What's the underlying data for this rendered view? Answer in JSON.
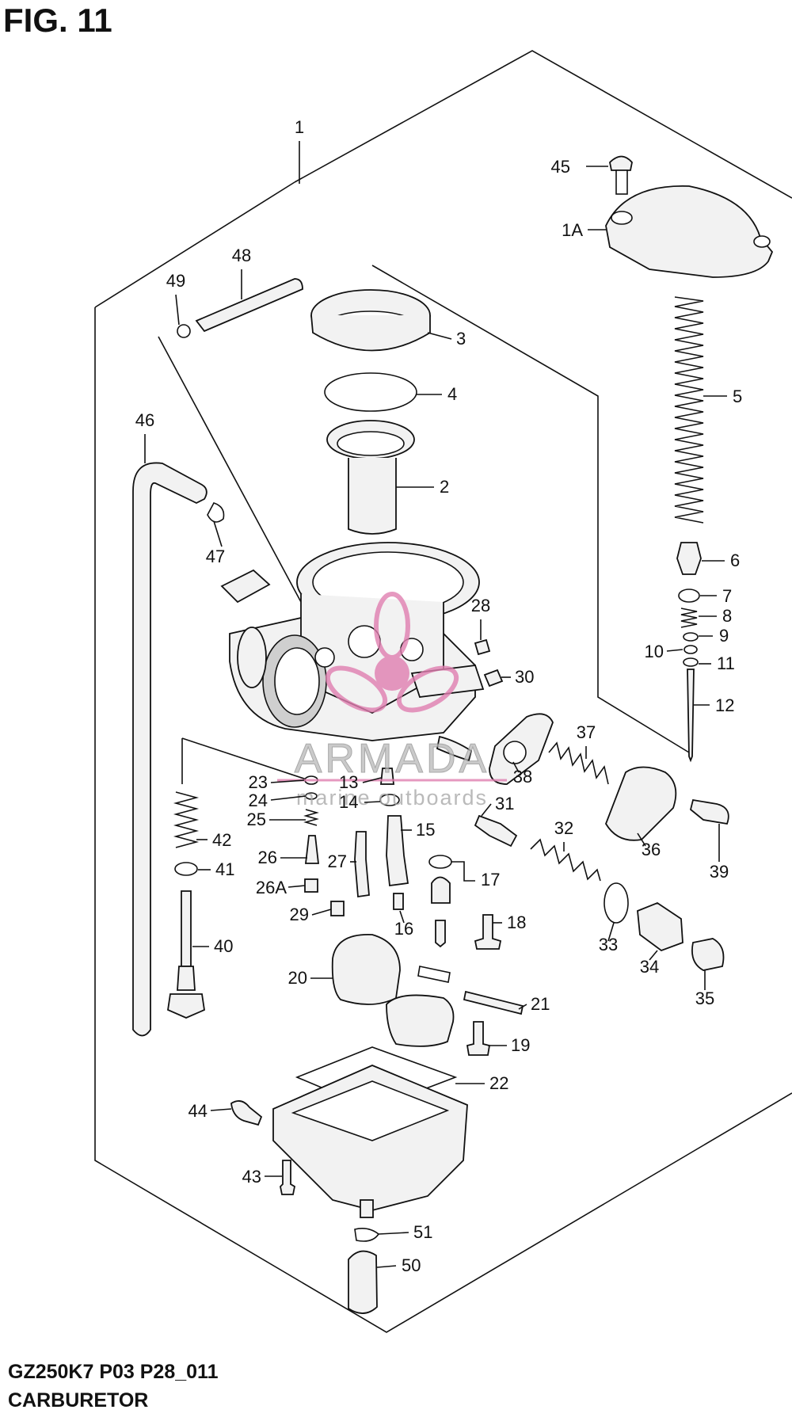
{
  "figure": {
    "title": "FIG. 11",
    "model_code": "GZ250K7 P03 P28_011",
    "section_name": "CARBURETOR"
  },
  "watermark": {
    "brand": "ARMADA",
    "tagline": "marine outboards",
    "accent_color": "#e07fb0"
  },
  "callouts": {
    "c1": "1",
    "c1A": "1A",
    "c2": "2",
    "c3": "3",
    "c4": "4",
    "c5": "5",
    "c6": "6",
    "c7": "7",
    "c8": "8",
    "c9": "9",
    "c10": "10",
    "c11": "11",
    "c12": "12",
    "c13": "13",
    "c14": "14",
    "c15": "15",
    "c16": "16",
    "c17": "17",
    "c18": "18",
    "c19": "19",
    "c20": "20",
    "c21": "21",
    "c22": "22",
    "c23": "23",
    "c24": "24",
    "c25": "25",
    "c26": "26",
    "c26A": "26A",
    "c27": "27",
    "c28": "28",
    "c29": "29",
    "c30": "30",
    "c31": "31",
    "c32": "32",
    "c33": "33",
    "c34": "34",
    "c35": "35",
    "c36": "36",
    "c37": "37",
    "c38": "38",
    "c39": "39",
    "c40": "40",
    "c41": "41",
    "c42": "42",
    "c43": "43",
    "c44": "44",
    "c45": "45",
    "c46": "46",
    "c47": "47",
    "c48": "48",
    "c49": "49",
    "c50": "50",
    "c51": "51"
  }
}
